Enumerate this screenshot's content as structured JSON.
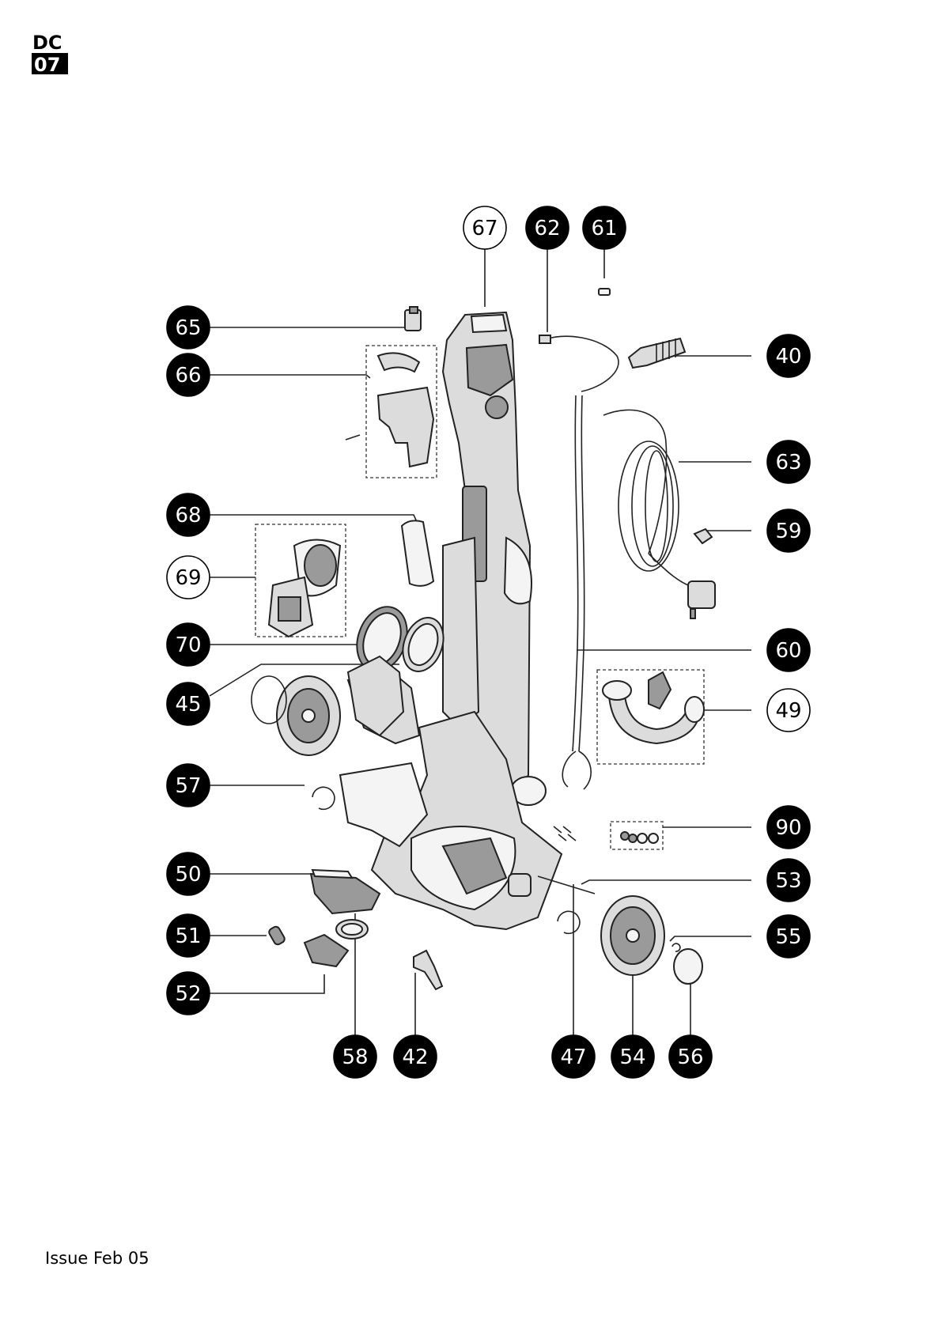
{
  "logo": {
    "line1": "DC",
    "line2": "07"
  },
  "footer": {
    "issue": "Issue Feb 05"
  },
  "colors": {
    "filled_callout": "#000000",
    "outline_callout": "#ffffff",
    "part_fill": "#dcdcdc"
  },
  "callouts": [
    {
      "id": "67",
      "style": "outline"
    },
    {
      "id": "62",
      "style": "filled"
    },
    {
      "id": "61",
      "style": "filled"
    },
    {
      "id": "65",
      "style": "filled"
    },
    {
      "id": "66",
      "style": "filled"
    },
    {
      "id": "40",
      "style": "filled"
    },
    {
      "id": "63",
      "style": "filled"
    },
    {
      "id": "68",
      "style": "filled"
    },
    {
      "id": "59",
      "style": "filled"
    },
    {
      "id": "69",
      "style": "outline"
    },
    {
      "id": "70",
      "style": "filled"
    },
    {
      "id": "60",
      "style": "filled"
    },
    {
      "id": "45",
      "style": "filled"
    },
    {
      "id": "49",
      "style": "outline"
    },
    {
      "id": "57",
      "style": "filled"
    },
    {
      "id": "90",
      "style": "filled"
    },
    {
      "id": "50",
      "style": "filled"
    },
    {
      "id": "53",
      "style": "filled"
    },
    {
      "id": "51",
      "style": "filled"
    },
    {
      "id": "55",
      "style": "filled"
    },
    {
      "id": "52",
      "style": "filled"
    },
    {
      "id": "58",
      "style": "filled"
    },
    {
      "id": "42",
      "style": "filled"
    },
    {
      "id": "47",
      "style": "filled"
    },
    {
      "id": "54",
      "style": "filled"
    },
    {
      "id": "56",
      "style": "filled"
    }
  ]
}
